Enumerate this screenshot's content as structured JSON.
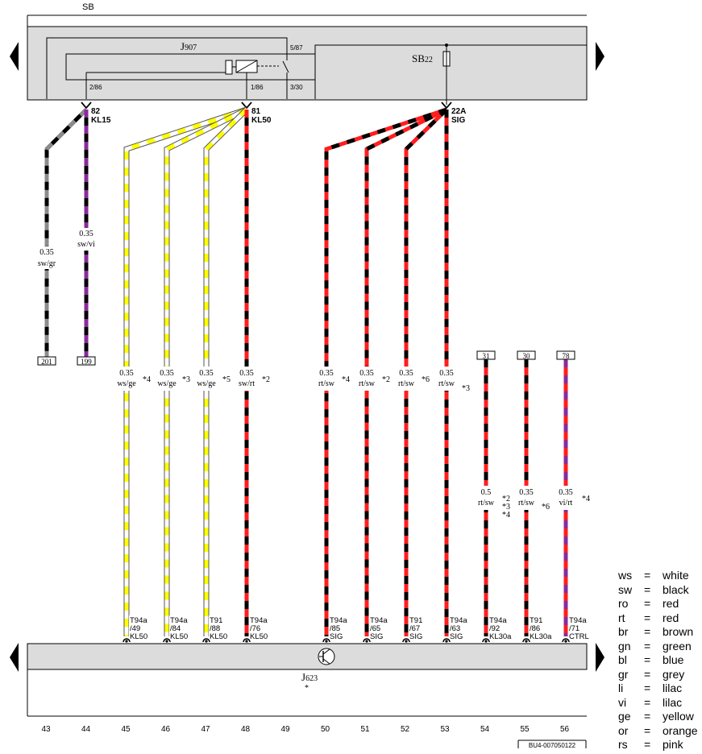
{
  "header": {
    "sb_label": "SB"
  },
  "relay": {
    "label_main": "J",
    "label_sub": "907",
    "pin_5_87": "5/87",
    "pin_2_86": "2/86",
    "pin_1_86": "1/86",
    "pin_3_30": "3/30"
  },
  "fuse": {
    "label_main": "SB",
    "label_sub": "22"
  },
  "connectors_top": [
    {
      "num": "82",
      "name": "KL15"
    },
    {
      "num": "81",
      "name": "KL50"
    },
    {
      "num": "22A",
      "name": "SIG"
    }
  ],
  "wires_upper": [
    {
      "size": "0.35",
      "color": "sw/gr"
    },
    {
      "size": "0.35",
      "color": "sw/vi"
    }
  ],
  "wire_refs_upper": [
    "201",
    "199"
  ],
  "wire_refs_right": [
    "31",
    "30",
    "78"
  ],
  "wires_lower": [
    {
      "size": "0.35",
      "color": "ws/ge",
      "note": "*4"
    },
    {
      "size": "0.35",
      "color": "ws/ge",
      "note": "*3"
    },
    {
      "size": "0.35",
      "color": "ws/ge",
      "note": "*5"
    },
    {
      "size": "0.35",
      "color": "sw/rt",
      "note": "*2"
    },
    {
      "size": "0.35",
      "color": "rt/sw",
      "note": "*4"
    },
    {
      "size": "0.35",
      "color": "rt/sw",
      "note": "*2"
    },
    {
      "size": "0.35",
      "color": "rt/sw",
      "note": "*6"
    },
    {
      "size": "0.35",
      "color": "rt/sw",
      "note": "*3"
    }
  ],
  "wires_right": [
    {
      "size": "0.5",
      "color": "rt/sw",
      "notes": [
        "*2",
        "*3",
        "*4"
      ]
    },
    {
      "size": "0.35",
      "color": "rt/sw",
      "notes": [
        "*6"
      ]
    },
    {
      "size": "0.35",
      "color": "vi/rt",
      "notes": [
        "*4"
      ]
    }
  ],
  "pins": [
    {
      "conn": "T94a",
      "pin": "/49",
      "sig": "KL50"
    },
    {
      "conn": "T94a",
      "pin": "/84",
      "sig": "KL50"
    },
    {
      "conn": "T91",
      "pin": "/88",
      "sig": "KL50"
    },
    {
      "conn": "T94a",
      "pin": "/76",
      "sig": "KL50"
    },
    {
      "conn": "T94a",
      "pin": "/85",
      "sig": "SIG"
    },
    {
      "conn": "T94a",
      "pin": "/65",
      "sig": "SIG"
    },
    {
      "conn": "T91",
      "pin": "/67",
      "sig": "SIG"
    },
    {
      "conn": "T94a",
      "pin": "/63",
      "sig": "SIG"
    },
    {
      "conn": "T94a",
      "pin": "/92",
      "sig": "KL30a"
    },
    {
      "conn": "T91",
      "pin": "/86",
      "sig": "KL30a"
    },
    {
      "conn": "T94a",
      "pin": "/71",
      "sig": "CTRL"
    }
  ],
  "control_unit": {
    "label_main": "J",
    "label_sub": "623",
    "note": "*"
  },
  "columns": [
    "43",
    "44",
    "45",
    "46",
    "47",
    "48",
    "49",
    "50",
    "51",
    "52",
    "53",
    "54",
    "55",
    "56"
  ],
  "doc_id": "BU4-007050122",
  "legend": [
    {
      "code": "ws",
      "eq": "=",
      "name": "white"
    },
    {
      "code": "sw",
      "eq": "=",
      "name": "black"
    },
    {
      "code": "ro",
      "eq": "=",
      "name": "red"
    },
    {
      "code": "rt",
      "eq": "=",
      "name": "red"
    },
    {
      "code": "br",
      "eq": "=",
      "name": "brown"
    },
    {
      "code": "gn",
      "eq": "=",
      "name": "green"
    },
    {
      "code": "bl",
      "eq": "=",
      "name": "blue"
    },
    {
      "code": "gr",
      "eq": "=",
      "name": "grey"
    },
    {
      "code": "li",
      "eq": "=",
      "name": "lilac"
    },
    {
      "code": "vi",
      "eq": "=",
      "name": "lilac"
    },
    {
      "code": "ge",
      "eq": "=",
      "name": "yellow"
    },
    {
      "code": "or",
      "eq": "=",
      "name": "orange"
    },
    {
      "code": "rs",
      "eq": "=",
      "name": "pink"
    }
  ],
  "colors": {
    "panel": "#dcdcdc",
    "red": "#ff1e1e",
    "yellow": "#ffff00",
    "grey": "#8c8c8c",
    "violet": "#8b2a9c",
    "black": "#000000"
  }
}
